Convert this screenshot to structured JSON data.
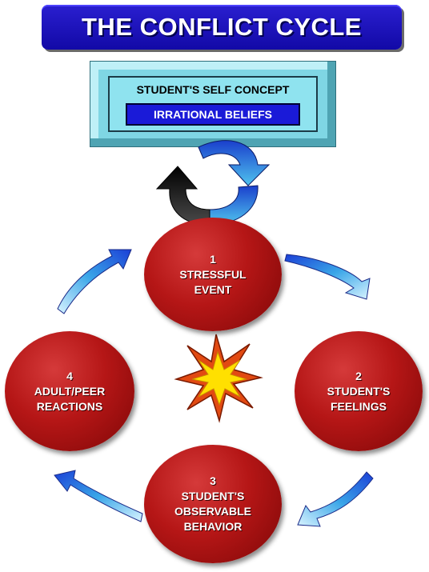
{
  "title": "THE CONFLICT CYCLE",
  "self_concept": {
    "label": "STUDENT'S SELF CONCEPT",
    "inner_label": "IRRATIONAL BELIEFS"
  },
  "nodes": [
    {
      "number": "1",
      "lines": [
        "STRESSFUL",
        "EVENT"
      ]
    },
    {
      "number": "2",
      "lines": [
        "STUDENT'S",
        "FEELINGS"
      ]
    },
    {
      "number": "3",
      "lines": [
        "STUDENT'S",
        "OBSERVABLE",
        "BEHAVIOR"
      ]
    },
    {
      "number": "4",
      "lines": [
        "ADULT/PEER",
        "REACTIONS"
      ]
    }
  ],
  "icons": [
    "cycle-arrows-icon",
    "explosion-icon",
    "flow-arrow-icon"
  ],
  "colors": {
    "title_bg": "#1a0fbf",
    "node_red": "#b51616",
    "box_cyan": "#7fd6e4",
    "arrow_blue": "#3aa6e8"
  }
}
